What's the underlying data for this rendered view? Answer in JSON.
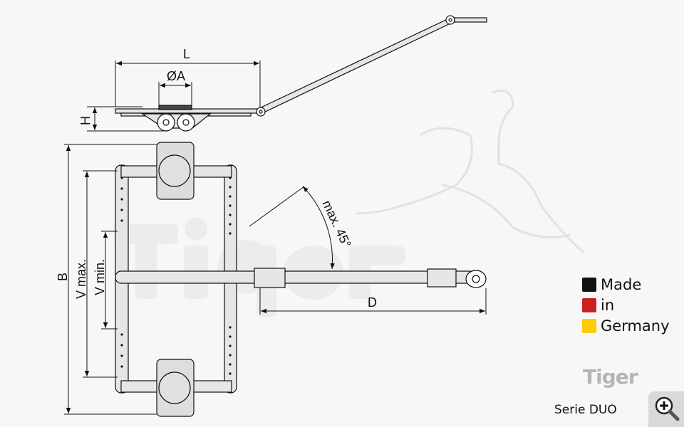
{
  "diagram": {
    "labels": {
      "L": "L",
      "A": "ØA",
      "H": "H",
      "B": "B",
      "Vmax": "V max.",
      "Vmin": "V min.",
      "D": "D",
      "angle": "max. 45°"
    }
  },
  "legend": {
    "items": [
      {
        "label": "Made",
        "color": "#111111"
      },
      {
        "label": "in",
        "color": "#cc1f1f"
      },
      {
        "label": "Germany",
        "color": "#ffcc00"
      }
    ]
  },
  "brand": {
    "logo_text": "Tiger",
    "watermark_text": "Tiger"
  },
  "series_label": "Serie DUO",
  "zoom_button": {
    "icon": "zoom-in-icon"
  }
}
